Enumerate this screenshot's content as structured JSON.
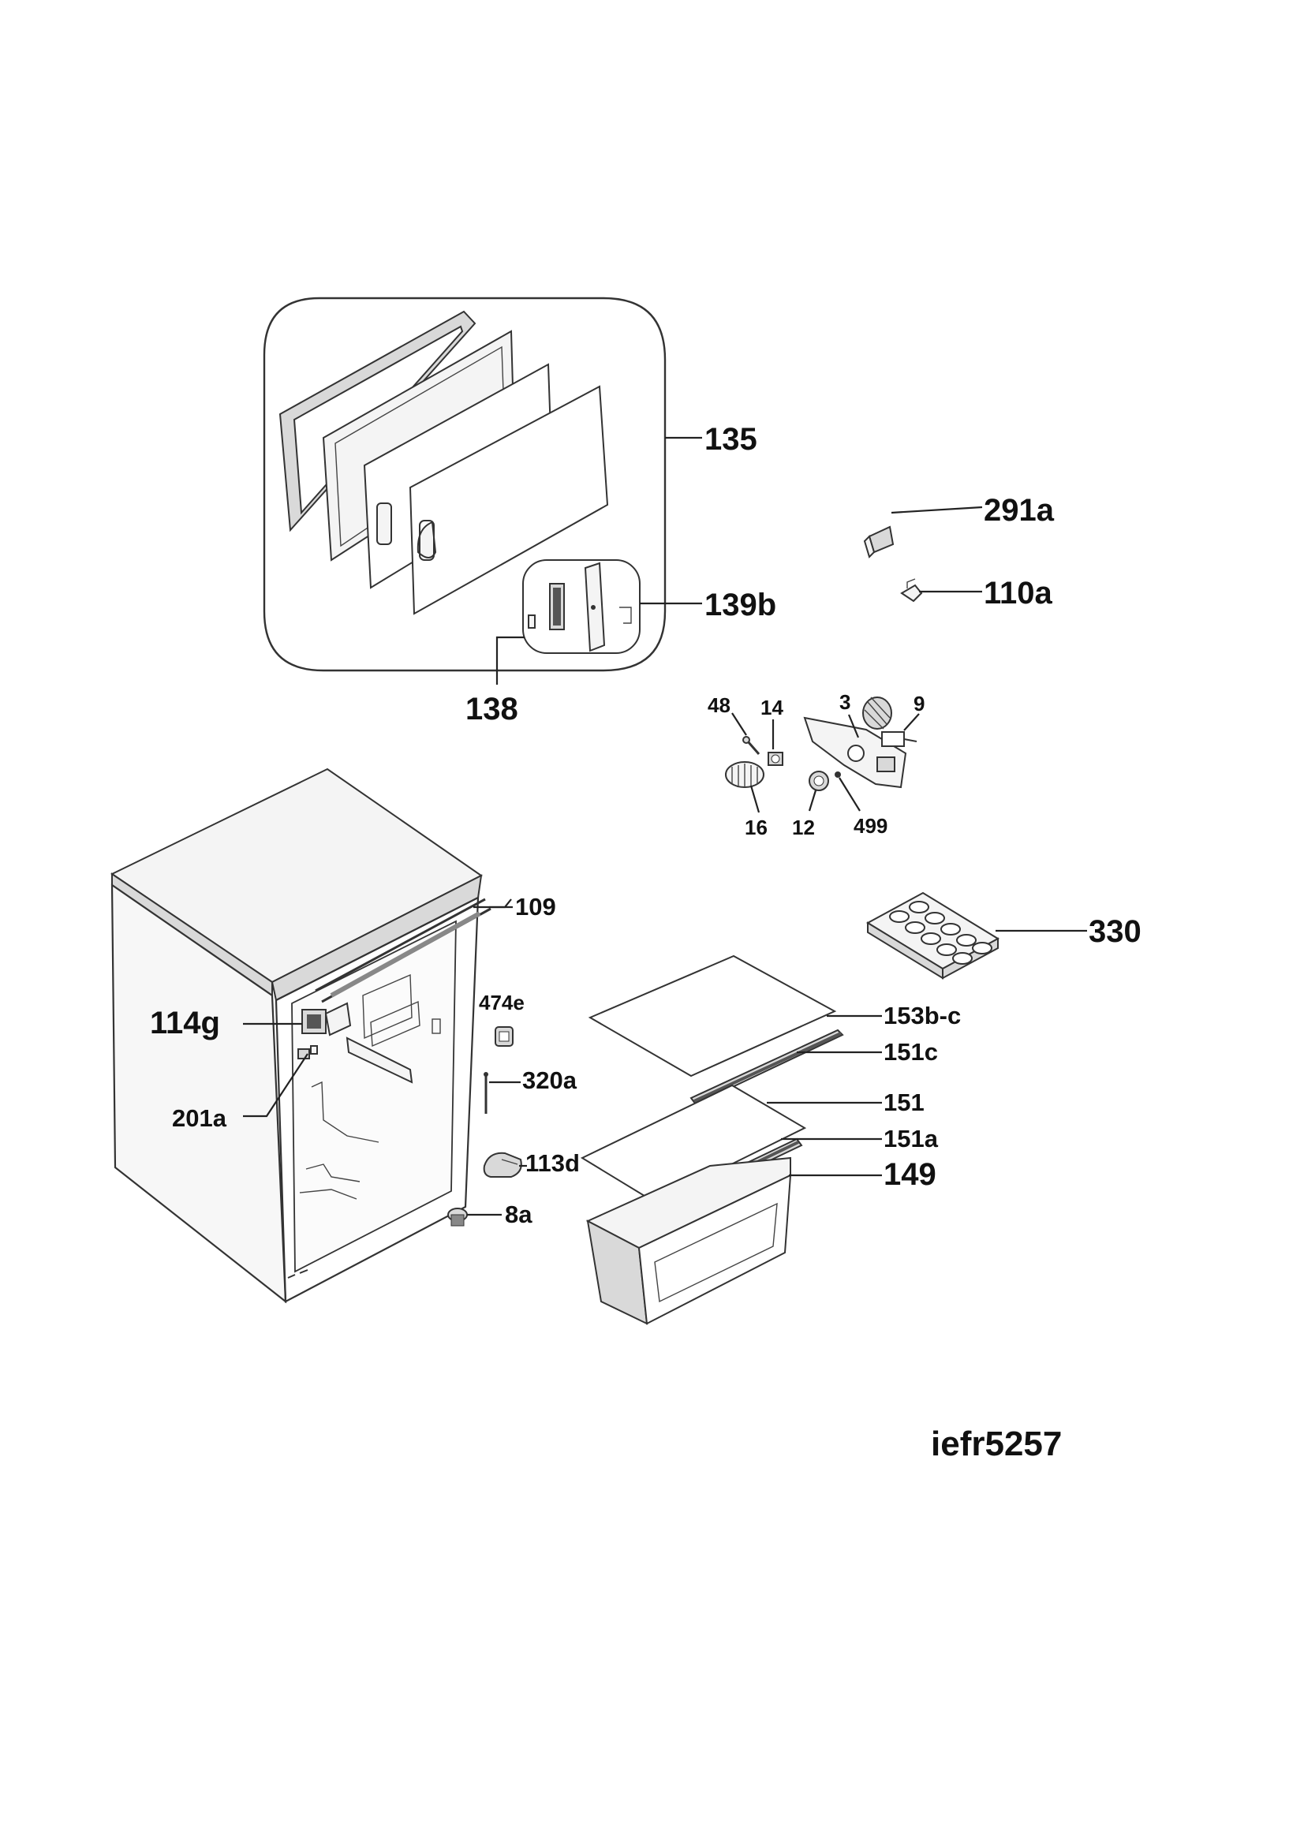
{
  "model_code": "iefr5257",
  "labels": {
    "p135": "135",
    "p139b": "139b",
    "p138": "138",
    "p291a": "291a",
    "p110a": "110a",
    "p48": "48",
    "p14": "14",
    "p3": "3",
    "p9": "9",
    "p16": "16",
    "p12": "12",
    "p499": "499",
    "p109": "109",
    "p330": "330",
    "p114g": "114g",
    "p474e": "474e",
    "p153bc": "153b-c",
    "p151c": "151c",
    "p320a": "320a",
    "p151": "151",
    "p201a": "201a",
    "p151a": "151a",
    "p113d": "113d",
    "p149": "149",
    "p8a": "8a"
  }
}
